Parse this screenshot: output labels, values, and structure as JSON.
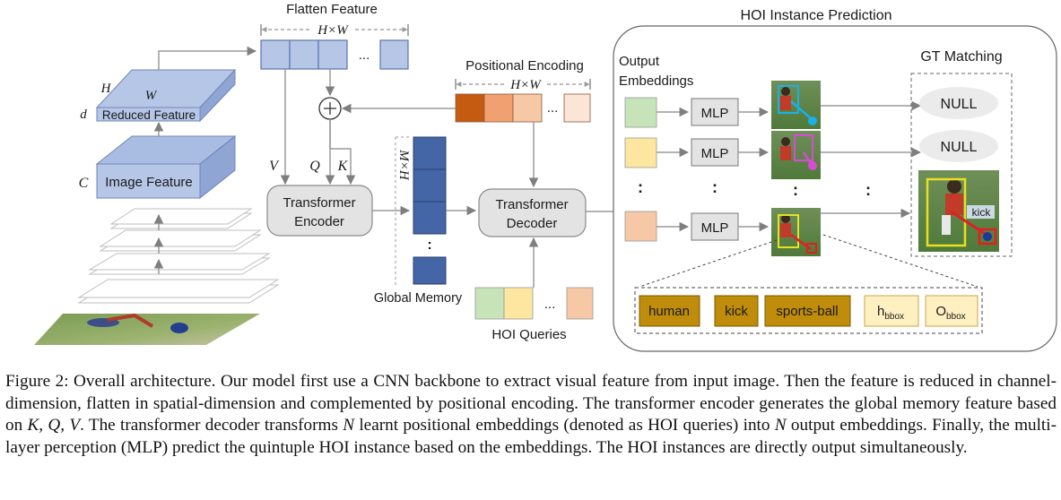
{
  "flatten": {
    "title": "Flatten Feature",
    "dim": "H×W",
    "dots": "..."
  },
  "reduced": {
    "h": "H",
    "w": "W",
    "d": "d",
    "label": "Reduced Feature"
  },
  "image_feature": {
    "c": "C",
    "label": "Image Feature"
  },
  "qkv": {
    "v": "V",
    "q": "Q",
    "k": "K"
  },
  "encoder": {
    "line1": "Transformer",
    "line2": "Encoder"
  },
  "memory": {
    "dim": "M×H",
    "dots": ":",
    "label": "Global Memory"
  },
  "pos_enc": {
    "title": "Positional Encoding",
    "dim": "H×W",
    "dots": "..."
  },
  "decoder": {
    "line1": "Transformer",
    "line2": "Decoder"
  },
  "queries": {
    "label": "HOI Queries",
    "dots": "..."
  },
  "hoi_pred": {
    "title": "HOI Instance Prediction",
    "out_line1": "Output",
    "out_line2": "Embeddings",
    "mlp": "MLP",
    "vdots": ":"
  },
  "gt": {
    "title": "GT Matching",
    "null_label": "NULL",
    "kick_label": "kick"
  },
  "quintuple": {
    "human": "human",
    "kick": "kick",
    "ball": "sports-ball",
    "h_main": "h",
    "h_sub": "bbox",
    "o_main": "O",
    "o_sub": "bbox"
  },
  "caption": {
    "p1": "Figure 2: Overall architecture. Our model first use a CNN backbone to extract visual feature from input image. Then the feature is reduced in channel-dimension, flatten in spatial-dimension and complemented by positional encoding. The transformer encoder generates the global memory feature based on ",
    "kqv": "K, Q, V",
    "p2": ". The transformer decoder transforms ",
    "n1": "N",
    "p3": " learnt positional embeddings (denoted as HOI queries) into ",
    "n2": "N",
    "p4": " output embeddings. Finally, the multi-layer perception (MLP) predict the quintuple HOI instance based on the embeddings. The HOI instances are directly output simultaneously."
  },
  "colors": {
    "feature_blue": "#b5c6e7",
    "memory_blue": "#4466a6",
    "box_gray": "#e3e3e3",
    "tag_gold": "#bf8c0b",
    "tag_cream": "#fff0c2",
    "emb_green": "#c7e4b8",
    "emb_yellow": "#fde6a0",
    "emb_peach": "#f6c8a5",
    "pe_1": "#c55a11",
    "pe_2": "#f1a071",
    "pe_3": "#f6c8a5",
    "pe_4": "#fbe5d6"
  },
  "icons": {
    "add": "circled-plus-icon",
    "thumbs": "hoi-thumbnail-icon"
  }
}
